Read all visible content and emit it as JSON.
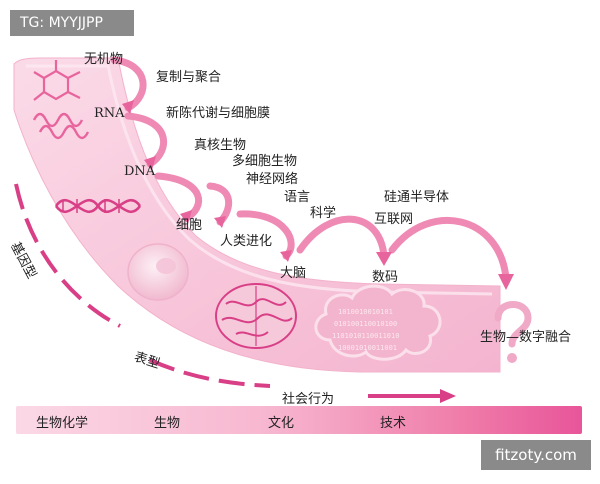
{
  "watermark_top": "TG: MYYJJPP",
  "watermark_bottom": "fitzoty.com",
  "colors": {
    "pink_main": "#e7649d",
    "pink_light": "#f9cfe0",
    "pink_band": "#f6c0d6",
    "pink_dark": "#d83f86"
  },
  "stages": [
    {
      "id": "inorganic",
      "label": "无机物"
    },
    {
      "id": "rna",
      "label": "RNA"
    },
    {
      "id": "dna",
      "label": "DNA"
    },
    {
      "id": "cell",
      "label": "细胞"
    },
    {
      "id": "human-evolution",
      "label": "人类进化"
    },
    {
      "id": "brain",
      "label": "大脑"
    },
    {
      "id": "digital",
      "label": "数码"
    },
    {
      "id": "bio-digital",
      "label": "生物—数字融合"
    }
  ],
  "transitions": [
    "复制与聚合",
    "新陈代谢与细胞膜",
    "真核生物",
    "多细胞生物",
    "神经网络",
    "语言",
    "科学",
    "硅通半导体",
    "互联网"
  ],
  "side_labels": {
    "genotype": "基因型",
    "phenotype": "表型",
    "social_behavior": "社会行为"
  },
  "timeline": [
    "生物化学",
    "生物",
    "文化",
    "技术"
  ],
  "icons": [
    "molecule-icon",
    "rna-strand-icon",
    "dna-helix-icon",
    "cell-icon",
    "brain-icon",
    "digital-cloud-icon",
    "question-mark-icon"
  ],
  "binary_text": [
    "1010010010101",
    "010100110010100",
    "1101010110011010",
    "10001010011001"
  ]
}
